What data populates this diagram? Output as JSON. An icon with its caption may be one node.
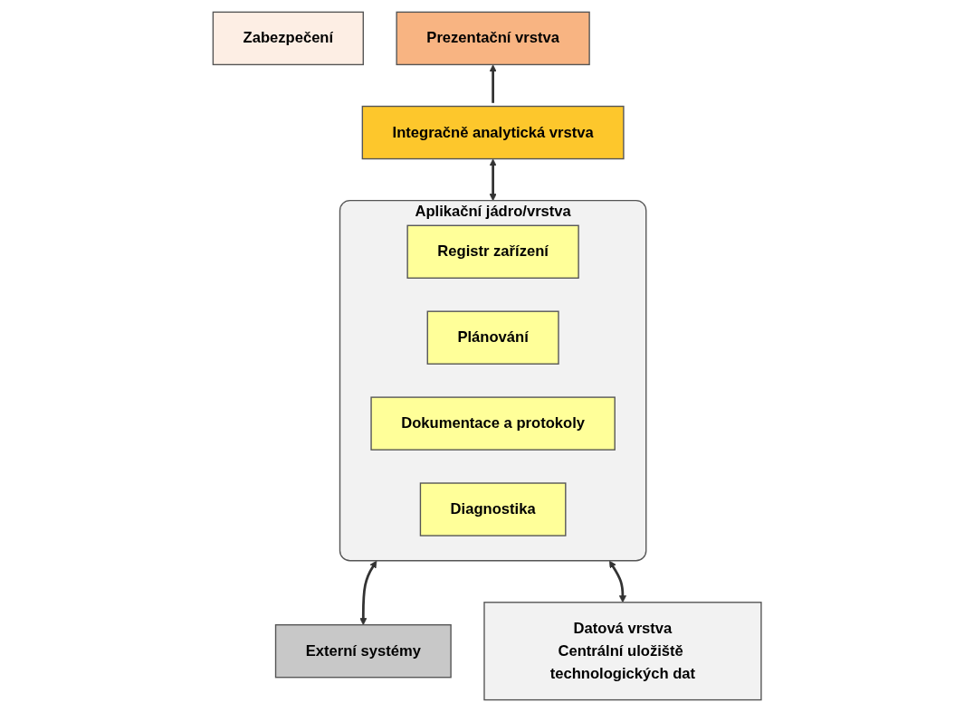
{
  "diagram": {
    "nodes": [
      {
        "text": [
          "Zabezpečení"
        ]
      },
      {
        "text": [
          "Prezentační vrstva"
        ]
      },
      {
        "text": [
          "Integračně analytická vrstva"
        ]
      },
      {
        "text": [
          "Aplikační jádro/vrstva"
        ]
      },
      {
        "text": [
          "Registr zařízení"
        ],
        "in": 3
      },
      {
        "text": [
          "Plánování"
        ],
        "in": 3
      },
      {
        "text": [
          "Dokumentace a protokoly"
        ],
        "in": 3
      },
      {
        "text": [
          "Diagnostika"
        ],
        "in": 3
      },
      {
        "text": [
          "Externí systémy"
        ]
      },
      {
        "text": [
          "Datová vrstva",
          "Centrální uložiště technologických dat"
        ]
      }
    ],
    "edges": [
      {
        "from": 2,
        "to": 1,
        "arrow": "to"
      },
      {
        "from": 2,
        "to": 3,
        "arrow": "both"
      },
      {
        "from": 3,
        "to": 8,
        "arrow": "both"
      },
      {
        "from": 3,
        "to": 9,
        "arrow": "both"
      }
    ]
  }
}
